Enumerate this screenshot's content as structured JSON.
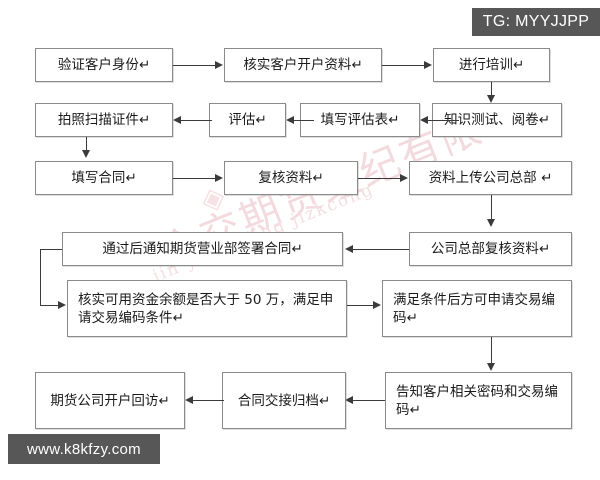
{
  "page": {
    "title": "期货开户流程图",
    "background_color": "#ffffff",
    "box_border_color": "#8a8a8a",
    "line_color": "#3b3b3b",
    "badge_color": "#575757"
  },
  "badges": {
    "telegram": "TG: MYYJJPP",
    "website": "www.k8kfzy.com"
  },
  "watermark": {
    "chinese": "金交期货经纪有限",
    "english": "jin you ji jing jizkcong",
    "symbol": "◈"
  },
  "nodes": [
    {
      "id": "n1",
      "label": "验证客户身份↵"
    },
    {
      "id": "n2",
      "label": "核实客户开户资料↵"
    },
    {
      "id": "n3",
      "label": "进行培训↵"
    },
    {
      "id": "n4",
      "label": "知识测试、阅卷↵"
    },
    {
      "id": "n5",
      "label": "填写评估表↵"
    },
    {
      "id": "n6",
      "label": "评估↵"
    },
    {
      "id": "n7",
      "label": "拍照扫描证件↵"
    },
    {
      "id": "n8",
      "label": "填写合同↵"
    },
    {
      "id": "n9",
      "label": "复核资料↵"
    },
    {
      "id": "n10",
      "label": "资料上传公司总部 ↵"
    },
    {
      "id": "n11",
      "label": "公司总部复核资料↵"
    },
    {
      "id": "n12",
      "label": "通过后通知期货营业部签署合同↵"
    },
    {
      "id": "n13",
      "label": "核实可用资金余额是否大于 50 万，满足申请交易编码条件↵"
    },
    {
      "id": "n14",
      "label": "满足条件后方可申请交易编码↵"
    },
    {
      "id": "n15",
      "label": "告知客户相关密码和交易编码↵"
    },
    {
      "id": "n16",
      "label": "合同交接归档↵"
    },
    {
      "id": "n17",
      "label": "期货公司开户回访↵"
    }
  ],
  "edges": [
    {
      "from": "n1",
      "to": "n2",
      "direction": "right"
    },
    {
      "from": "n2",
      "to": "n3",
      "direction": "right"
    },
    {
      "from": "n3",
      "to": "n4",
      "direction": "down"
    },
    {
      "from": "n4",
      "to": "n5",
      "direction": "left"
    },
    {
      "from": "n5",
      "to": "n6",
      "direction": "left"
    },
    {
      "from": "n6",
      "to": "n7",
      "direction": "left"
    },
    {
      "from": "n7",
      "to": "n8",
      "direction": "down"
    },
    {
      "from": "n8",
      "to": "n9",
      "direction": "right"
    },
    {
      "from": "n9",
      "to": "n10",
      "direction": "right"
    },
    {
      "from": "n10",
      "to": "n11",
      "direction": "down"
    },
    {
      "from": "n11",
      "to": "n12",
      "direction": "left"
    },
    {
      "from": "n12",
      "to": "n13",
      "direction": "left-down-right"
    },
    {
      "from": "n13",
      "to": "n14",
      "direction": "right"
    },
    {
      "from": "n14",
      "to": "n15",
      "direction": "down"
    },
    {
      "from": "n15",
      "to": "n16",
      "direction": "left"
    },
    {
      "from": "n16",
      "to": "n17",
      "direction": "left"
    }
  ]
}
